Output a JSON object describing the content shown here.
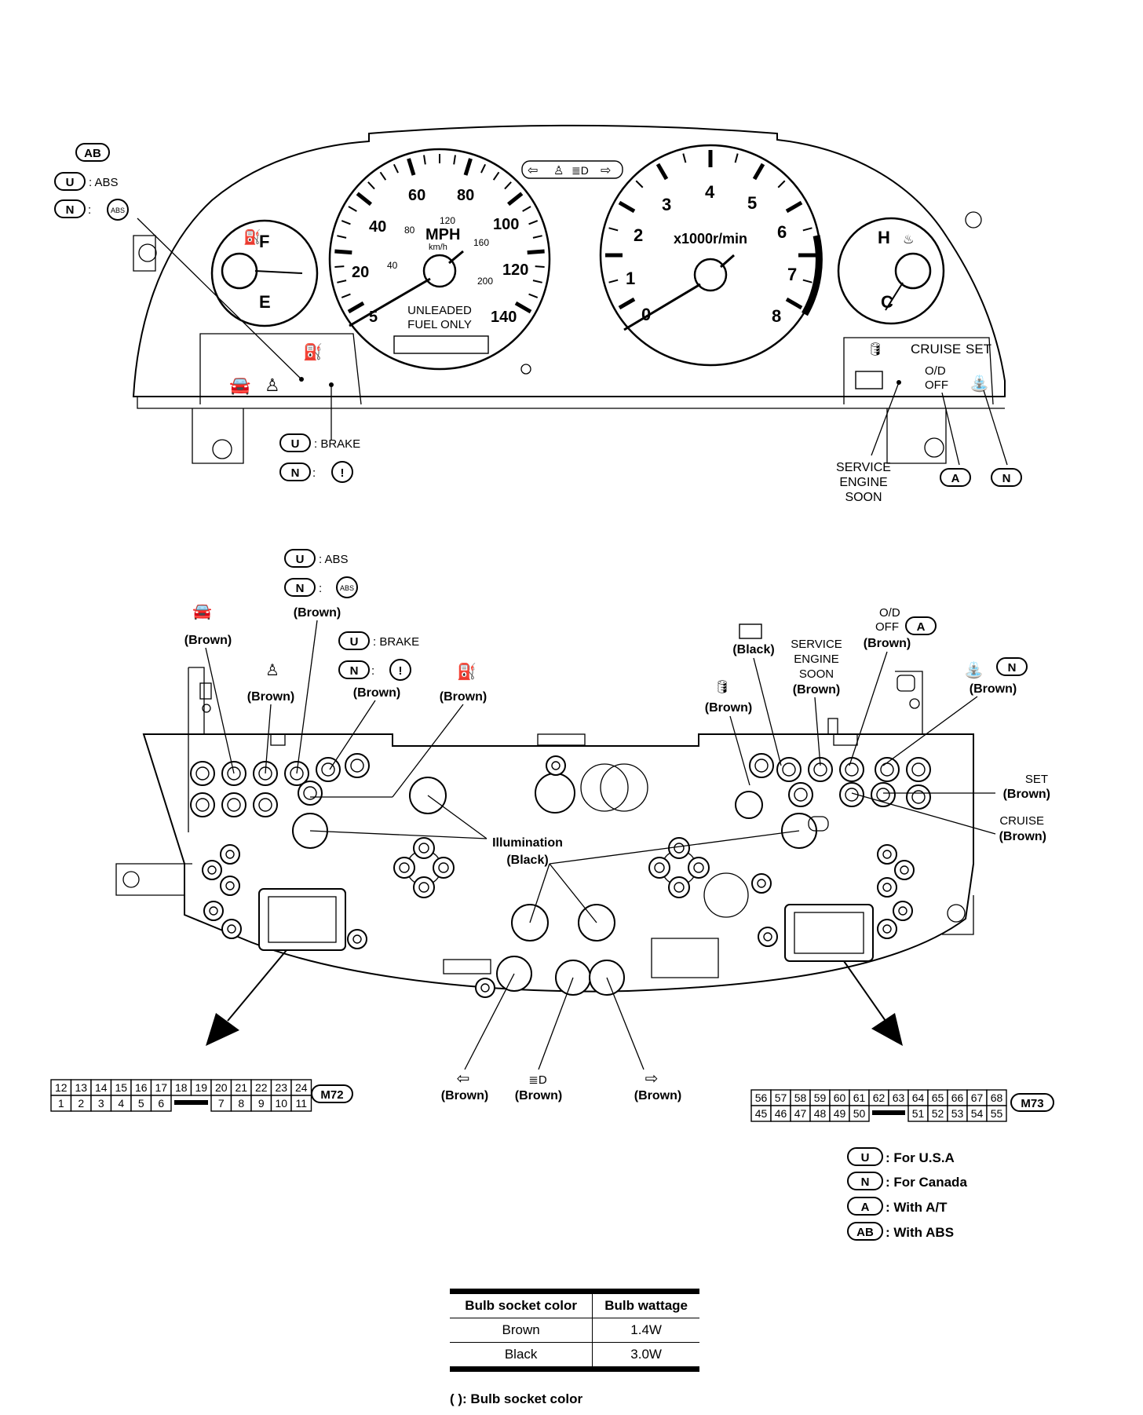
{
  "badges": {
    "AB": "AB",
    "U": "U",
    "N": "N",
    "A": "A",
    "M72": "M72",
    "M73": "M73"
  },
  "top": {
    "abs_label": ": ABS",
    "abs_icon_text": "ABS",
    "brake_label": ": BRAKE",
    "brake_icon_text": "!",
    "speedo": {
      "major_ticks": [
        "20",
        "40",
        "60",
        "80",
        "100",
        "120",
        "140"
      ],
      "minor_kmh": [
        "40",
        "80",
        "120",
        "160",
        "200"
      ],
      "low_tick": "5",
      "unit_main": "MPH",
      "unit_sub": "km/h",
      "unleaded_line1": "UNLEADED",
      "unleaded_line2": "FUEL ONLY"
    },
    "tacho": {
      "ticks": [
        "0",
        "1",
        "2",
        "3",
        "4",
        "5",
        "6",
        "7",
        "8"
      ],
      "unit": "x1000r/min"
    },
    "fuel": {
      "full": "F",
      "empty": "E"
    },
    "temp": {
      "hot": "H",
      "cold": "C"
    },
    "cruise": "CRUISE",
    "set": "SET",
    "od_line1": "O/D",
    "od_line2": "OFF",
    "service_lines": [
      "SERVICE",
      "ENGINE",
      "SOON"
    ]
  },
  "back": {
    "brown": "(Brown)",
    "black": "(Black)",
    "illumination": "Illumination",
    "set": "SET",
    "cruise": "CRUISE",
    "service_lines": [
      "SERVICE",
      "ENGINE",
      "SOON"
    ],
    "od_line1": "O/D",
    "od_line2": "OFF"
  },
  "connectors": {
    "m72_top": [
      "12",
      "13",
      "14",
      "15",
      "16",
      "17",
      "18",
      "19",
      "20",
      "21",
      "22",
      "23",
      "24"
    ],
    "m72_bottom": [
      "1",
      "2",
      "3",
      "4",
      "5",
      "6",
      "",
      "",
      "7",
      "8",
      "9",
      "10",
      "11"
    ],
    "m73_top": [
      "56",
      "57",
      "58",
      "59",
      "60",
      "61",
      "62",
      "63",
      "64",
      "65",
      "66",
      "67",
      "68"
    ],
    "m73_bottom": [
      "45",
      "46",
      "47",
      "48",
      "49",
      "50",
      "",
      "",
      "51",
      "52",
      "53",
      "54",
      "55"
    ]
  },
  "legend": [
    {
      "badge": "U",
      "text": ": For U.S.A"
    },
    {
      "badge": "N",
      "text": ": For Canada"
    },
    {
      "badge": "A",
      "text": ": With A/T"
    },
    {
      "badge": "AB",
      "text": ": With ABS"
    }
  ],
  "bulb_table": {
    "headers": [
      "Bulb socket color",
      "Bulb wattage"
    ],
    "rows": [
      [
        "Brown",
        "1.4W"
      ],
      [
        "Black",
        "3.0W"
      ]
    ]
  },
  "footnote": "(   ):  Bulb socket color"
}
